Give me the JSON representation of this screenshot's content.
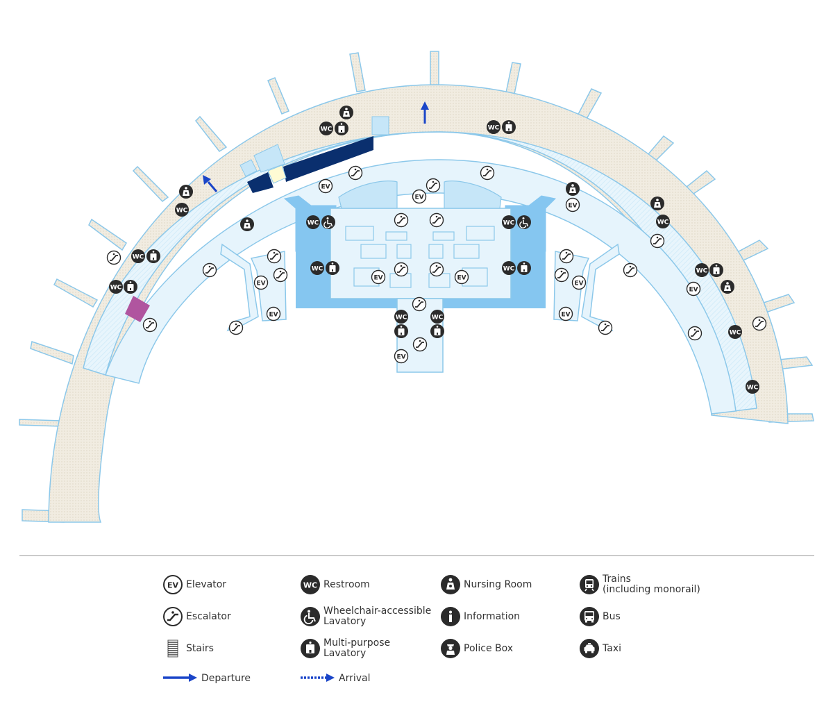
{
  "map": {
    "colors": {
      "concourse_fill": "#f1ece1",
      "concourse_dots": "#e3dccb",
      "outline": "#8cc8ea",
      "hall_fill": "#e6f4fc",
      "courtyard": "#85c6f0",
      "pale_block": "#c6e6f8",
      "navy": "#0a2f6e",
      "magenta": "#b0559f",
      "pale_yellow": "#fffbd4",
      "icon_dark": "#2b2b2b",
      "arrow_blue": "#1a45c8"
    },
    "facility_labels": {
      "elevator": "EV",
      "restroom": "WC"
    }
  },
  "legend": {
    "items": [
      {
        "key": "elevator",
        "icon": "elevator-icon",
        "label": "Elevator"
      },
      {
        "key": "escalator",
        "icon": "escalator-icon",
        "label": "Escalator"
      },
      {
        "key": "stairs",
        "icon": "stairs-icon",
        "label": "Stairs"
      },
      {
        "key": "departure",
        "icon": "departure-arrow-icon",
        "label": "Departure"
      },
      {
        "key": "restroom",
        "icon": "restroom-icon",
        "label": "Restroom"
      },
      {
        "key": "wheelchair",
        "icon": "wheelchair-icon",
        "label": "Wheelchair-accessible\nLavatory"
      },
      {
        "key": "multipurpose",
        "icon": "multipurpose-lavatory-icon",
        "label": "Multi-purpose\nLavatory"
      },
      {
        "key": "arrival",
        "icon": "arrival-arrow-icon",
        "label": "Arrival"
      },
      {
        "key": "nursing",
        "icon": "nursing-room-icon",
        "label": "Nursing Room"
      },
      {
        "key": "information",
        "icon": "information-icon",
        "label": "Information"
      },
      {
        "key": "police",
        "icon": "police-box-icon",
        "label": "Police Box"
      },
      {
        "key": "trains",
        "icon": "train-icon",
        "label": "Trains\n (including monorail)"
      },
      {
        "key": "bus",
        "icon": "bus-icon",
        "label": "Bus"
      },
      {
        "key": "taxi",
        "icon": "taxi-icon",
        "label": "Taxi"
      }
    ]
  }
}
